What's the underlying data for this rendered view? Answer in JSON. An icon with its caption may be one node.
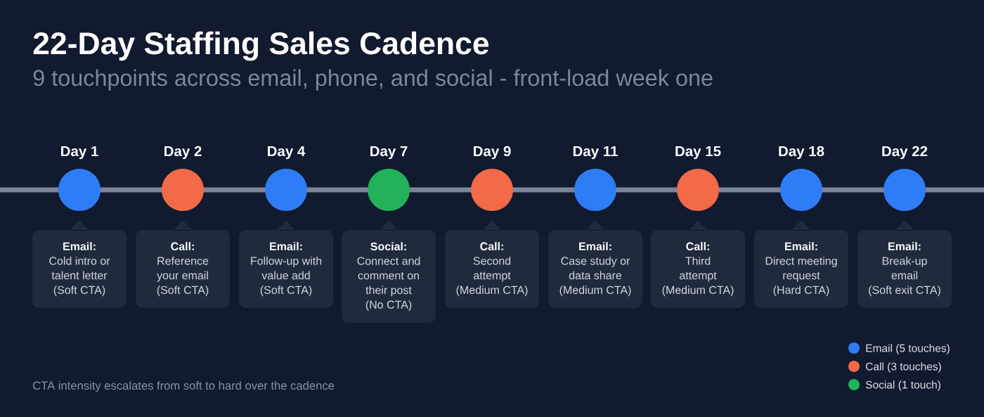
{
  "diagram": {
    "title": "22-Day Staffing Sales Cadence",
    "nodes": [
      {
        "text": [],
        "shape": "circle",
        "beside": [
          "Day 1"
        ]
      },
      {
        "text": [],
        "shape": "circle",
        "beside": [
          "Day 2"
        ]
      },
      {
        "text": [],
        "shape": "circle",
        "beside": [
          "Day 4"
        ]
      },
      {
        "text": [],
        "shape": "circle",
        "beside": [
          "Day 7"
        ]
      },
      {
        "text": [],
        "shape": "circle",
        "beside": [
          "Day 9"
        ]
      },
      {
        "text": [],
        "shape": "circle",
        "beside": [
          "Day 11"
        ]
      },
      {
        "text": [],
        "shape": "circle",
        "beside": [
          "Day 15"
        ]
      },
      {
        "text": [],
        "shape": "circle",
        "beside": [
          "Day 18"
        ]
      },
      {
        "text": [],
        "shape": "circle",
        "beside": [
          "Day 22"
        ]
      },
      {
        "text": [
          "Email:",
          "Cold intro or talent letter (Soft CTA)"
        ]
      },
      {
        "text": [
          "Call:",
          "Reference your email (Soft CTA)"
        ]
      },
      {
        "text": [
          "Email:",
          "Follow-up with value add (Soft CTA)"
        ]
      },
      {
        "text": [
          "Social:",
          "Connect and comment on their post (No CTA)"
        ]
      },
      {
        "text": [
          "Call:",
          "Second attempt (Medium CTA)"
        ]
      },
      {
        "text": [
          "Email:",
          "Case study or data share (Medium CTA)"
        ]
      },
      {
        "text": [
          "Call:",
          "Third attempt (Medium CTA)"
        ]
      },
      {
        "text": [
          "Email:",
          "Direct meeting request (Hard CTA)"
        ]
      },
      {
        "text": [
          "Email:",
          "Break-up email (Soft exit CTA)"
        ]
      }
    ],
    "labels": [
      "9 touchpoints across email, phone, and social - front-load week one",
      "CTA intensity escalates from soft to hard over the cadence"
    ],
    "legend": [
      {
        "text": "Email (5 touches)",
        "color": "#2f7df6"
      },
      {
        "text": "Call (3 touches)",
        "color": "#f36a48"
      },
      {
        "text": "Social (1 touch)",
        "color": "#22b35a"
      }
    ]
  }
}
